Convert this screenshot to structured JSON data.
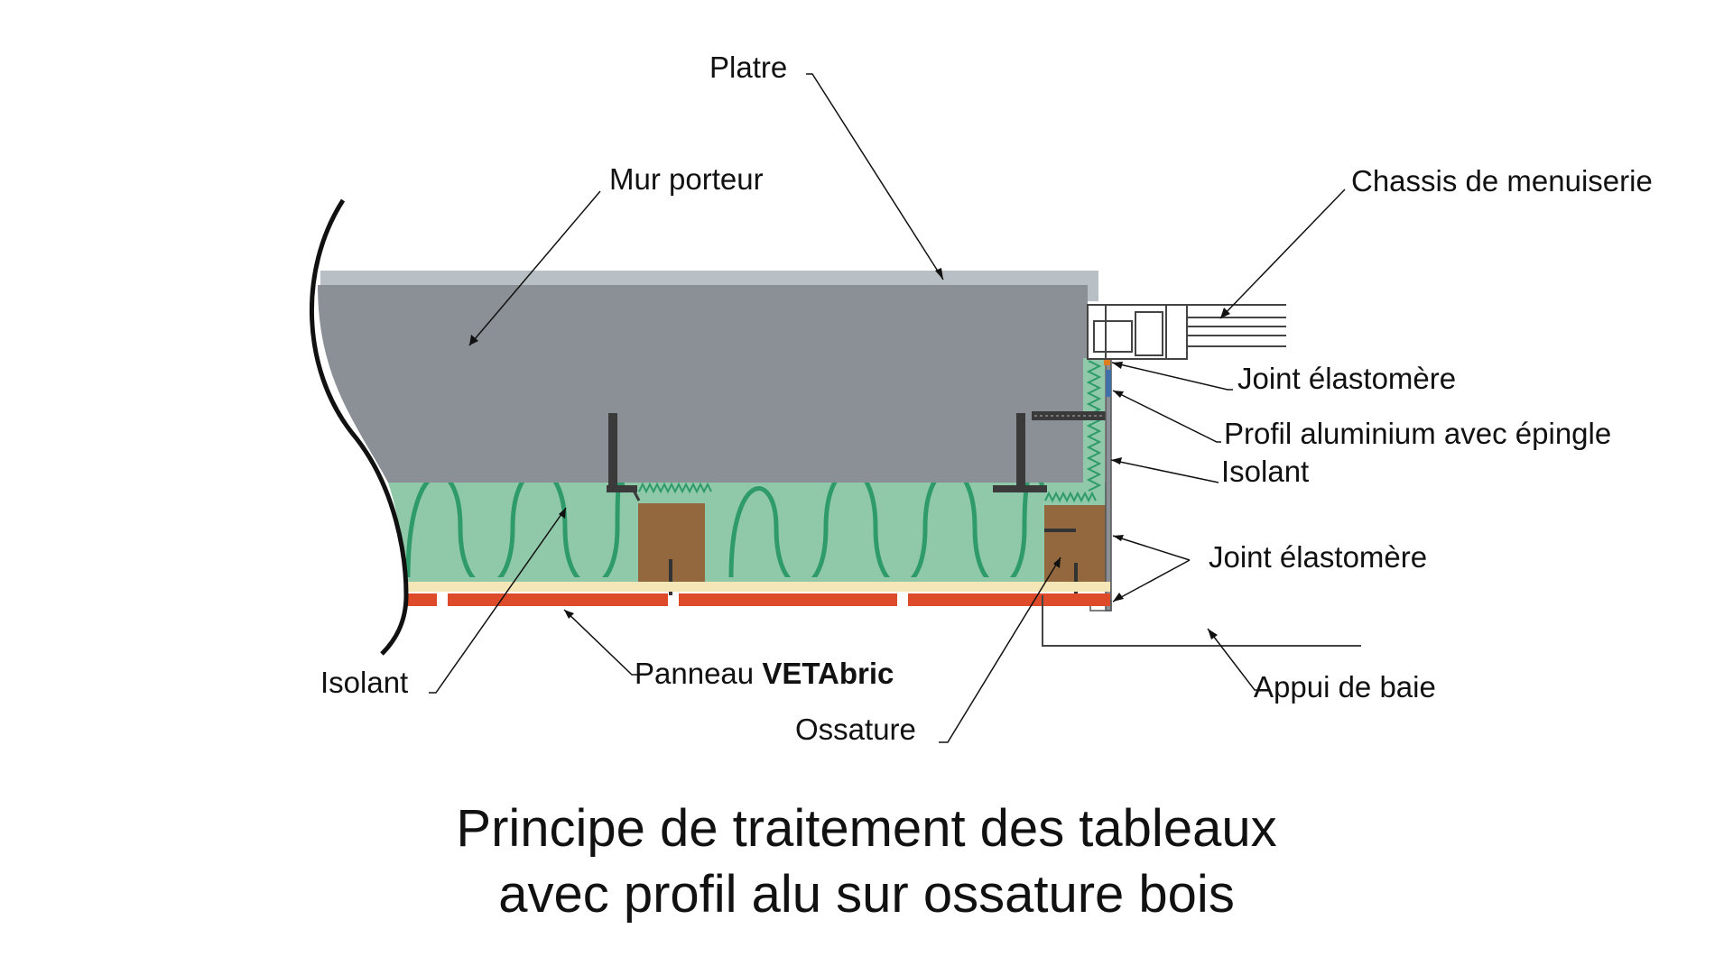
{
  "labels": {
    "platre": "Platre",
    "mur_porteur": "Mur porteur",
    "chassis": "Chassis de menuiserie",
    "joint_top": "Joint élastomère",
    "profil": "Profil aluminium avec épingle",
    "isolant_right": "Isolant",
    "joint_mid": "Joint élastomère",
    "isolant_left": "Isolant",
    "panneau_prefix": "Panneau ",
    "panneau_brand": "VETAbric",
    "ossature": "Ossature",
    "appui": "Appui de baie"
  },
  "title": {
    "line1": "Principe de traitement des tableaux",
    "line2": "avec profil alu sur ossature bois"
  },
  "colors": {
    "wall": "#8a9096",
    "plaster": "#b9c0c5",
    "insulation": "#8fc9a9",
    "insulation_wave": "#2f9b6a",
    "wood": "#94683e",
    "cladding": "#dd4b2a",
    "membrane": "#f5e6b8"
  }
}
